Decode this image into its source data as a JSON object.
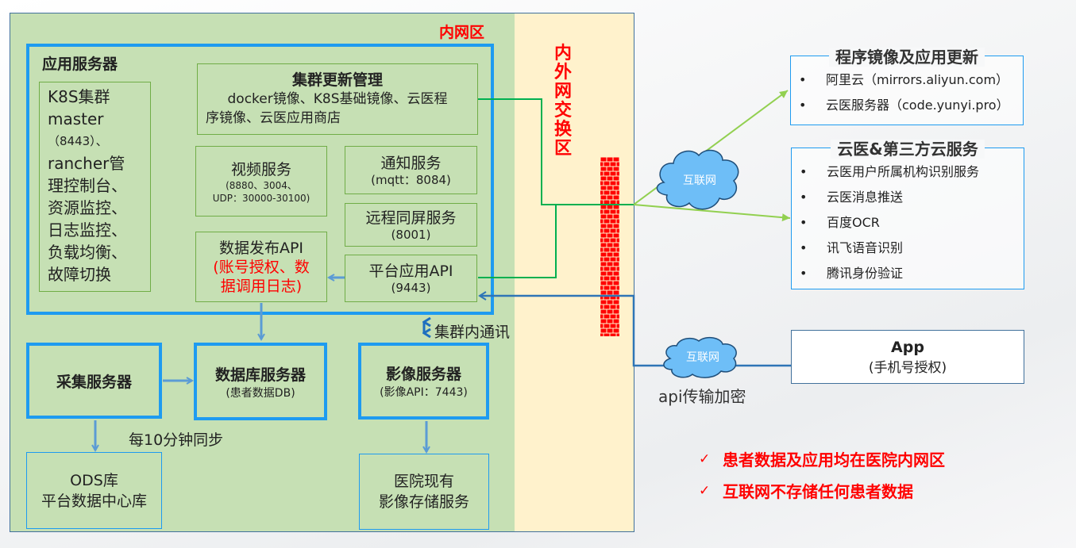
{
  "zones": {
    "inner": "内网区",
    "exchange": "内外网交换区"
  },
  "app_server": {
    "title": "应用服务器",
    "k8s": {
      "line1": "K8S集群",
      "line2": "master",
      "line3": "（8443）、",
      "line4": "rancher管",
      "line5": "理控制台、",
      "line6": "资源监控、",
      "line7": "日志监控、",
      "line8": "负载均衡、",
      "line9": "故障切换"
    },
    "cluster_update": {
      "title": "集群更新管理",
      "line1": "docker镜像、K8S基础镜像、云医程",
      "line2": "序镜像、云医应用商店"
    },
    "video": {
      "title": "视频服务",
      "line1": "(8880、3004、",
      "line2": "UDP：30000-30100)"
    },
    "notify": {
      "title": "通知服务",
      "sub": "(mqtt：8084)"
    },
    "remote": {
      "title": "远程同屏服务",
      "sub": "(8001)"
    },
    "data_publish": {
      "title": "数据发布API",
      "line1": "(账号授权、数",
      "line2": "据调用日志)"
    },
    "platform_api": {
      "title": "平台应用API",
      "sub": "(9443)"
    }
  },
  "servers": {
    "collect": "采集服务器",
    "database": {
      "title": "数据库服务器",
      "sub": "(患者数据DB)"
    },
    "image": {
      "title": "影像服务器",
      "sub": "(影像API：7443)"
    }
  },
  "storage": {
    "ods": {
      "line1": "ODS库",
      "line2": "平台数据中心库"
    },
    "pacs": {
      "line1": "医院现有",
      "line2": "影像存储服务"
    }
  },
  "notes": {
    "sync": "每10分钟同步",
    "intra_cluster": "集群内通讯",
    "api_encrypt": "api传输加密"
  },
  "clouds": {
    "internet_top": "互联网",
    "internet_bottom": "互联网"
  },
  "external": {
    "images_panel": {
      "title": "程序镜像及应用更新",
      "items": [
        "阿里云（mirrors.aliyun.com）",
        "云医服务器（code.yunyi.pro）"
      ]
    },
    "cloud_panel": {
      "title": "云医&第三方云服务",
      "items": [
        "云医用户所属机构识别服务",
        "云医消息推送",
        "百度OCR",
        "讯飞语音识别",
        "腾讯身份验证"
      ]
    },
    "app": {
      "title": "App",
      "sub": "(手机号授权)"
    }
  },
  "bullet": "•",
  "checks": {
    "mark": "✓",
    "items": [
      "患者数据及应用均在医院内网区",
      "互联网不存储任何患者数据"
    ]
  },
  "colors": {
    "inner_zone": "#c6e0b4",
    "exchange_zone": "#fff2cc",
    "server_border": "#1e9bf0",
    "highlight_red": "#ff0000",
    "outbound_line": "#00b050",
    "internet_line": "#92d050",
    "app_line": "#2e75b6",
    "cloud_fill": "#6ebef7"
  }
}
